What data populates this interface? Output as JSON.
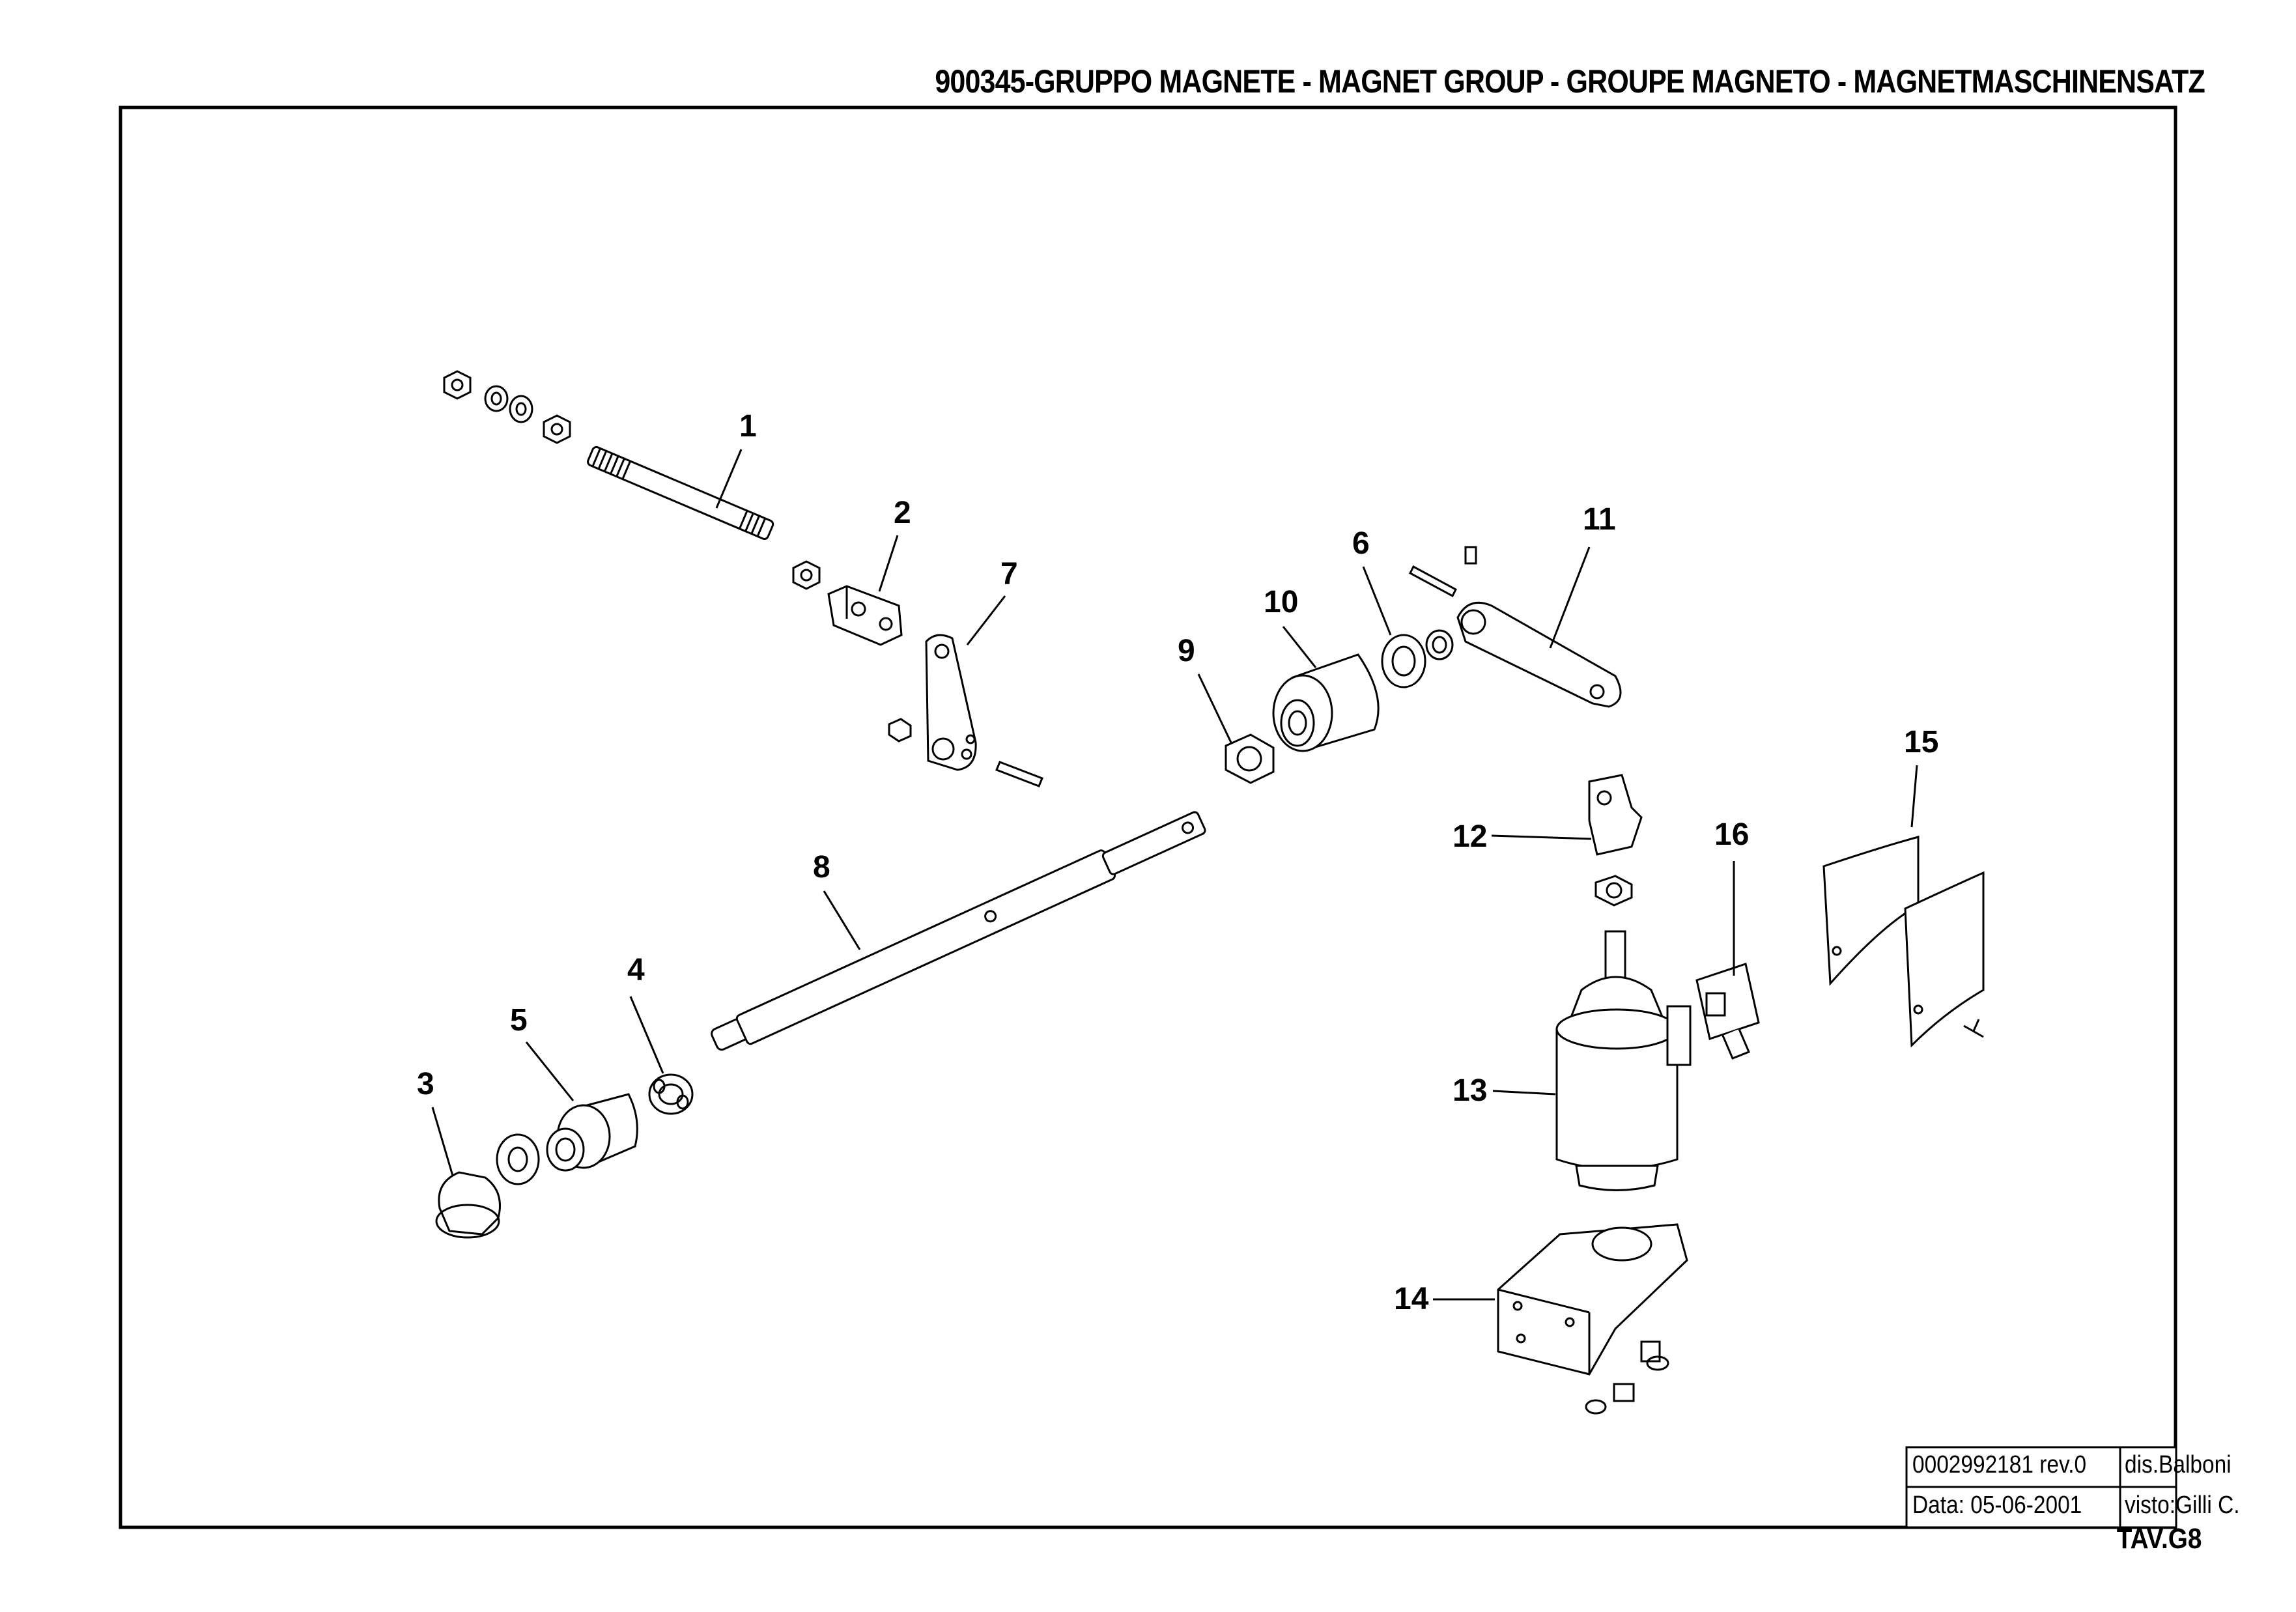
{
  "sheet": {
    "title": "900345-GRUPPO MAGNETE - MAGNET GROUP - GROUPE MAGNETO - MAGNETMASCHINENSATZ",
    "sheet_number": "TAV.G8"
  },
  "title_block": {
    "drawing_code": "0002992181 rev.0",
    "drawn_by": "dis.Balboni",
    "date": "Data: 05-06-2001",
    "checked_by": "visto:Gilli C."
  },
  "part_labels": [
    "1",
    "2",
    "3",
    "4",
    "5",
    "6",
    "7",
    "8",
    "9",
    "10",
    "11",
    "12",
    "13",
    "14",
    "15",
    "16"
  ],
  "colors": {
    "ink": "#000000",
    "paper": "#ffffff"
  }
}
